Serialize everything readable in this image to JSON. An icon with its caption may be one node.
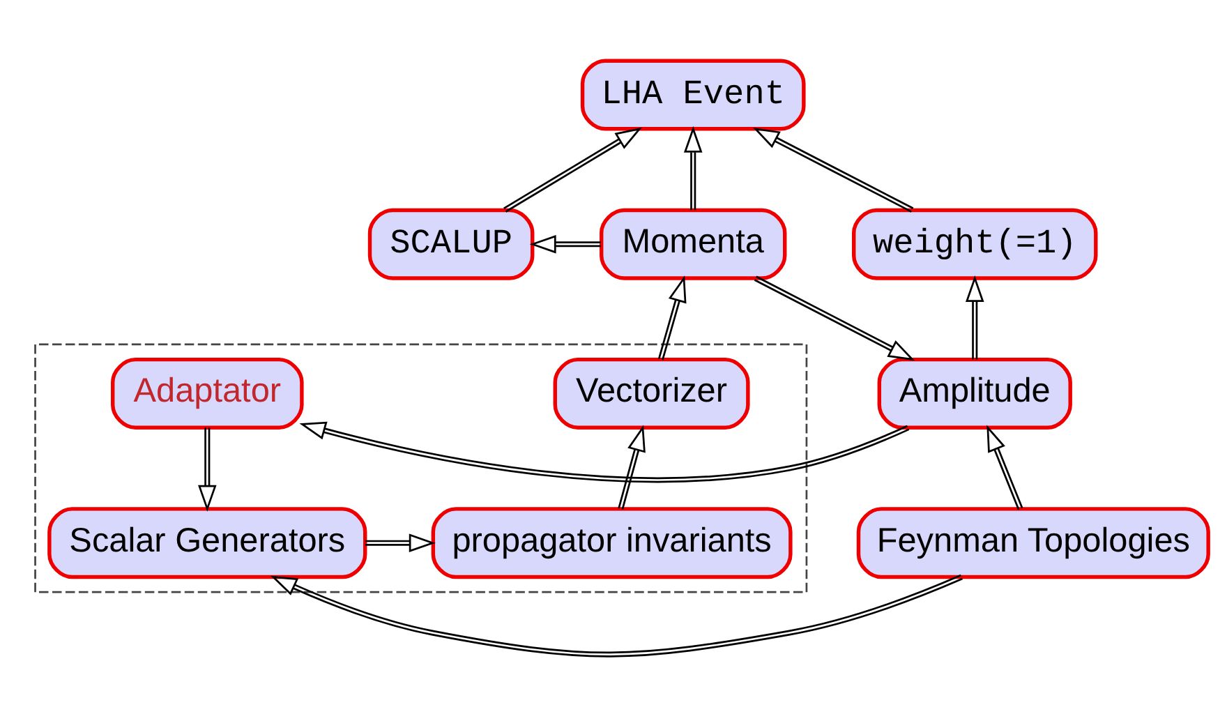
{
  "diagram": {
    "nodes": [
      {
        "text": [
          "LHA Event"
        ]
      },
      {
        "text": [
          "SCALUP"
        ]
      },
      {
        "text": [
          "Momenta"
        ]
      },
      {
        "text": [
          "weight(=1)"
        ]
      },
      {
        "text": [],
        "shape": "box"
      },
      {
        "text": [
          "Vectorizer"
        ],
        "in": 4
      },
      {
        "text": [
          "Adaptator"
        ],
        "in": 4
      },
      {
        "text": [
          "Amplitude"
        ]
      },
      {
        "text": [
          "propagator invariants"
        ],
        "in": 4
      },
      {
        "text": [
          "Scalar Generators"
        ],
        "in": 4
      },
      {
        "text": [
          "Feynman Topologies"
        ]
      }
    ],
    "edges": [
      {
        "from": 1,
        "to": 0,
        "arrow": "to"
      },
      {
        "from": 2,
        "to": 0,
        "arrow": "to"
      },
      {
        "from": 3,
        "to": 0,
        "arrow": "to"
      },
      {
        "from": 2,
        "to": 1,
        "arrow": "to"
      },
      {
        "from": 5,
        "to": 2,
        "arrow": "to"
      },
      {
        "from": 2,
        "to": 7,
        "arrow": "to"
      },
      {
        "from": 7,
        "to": 3,
        "arrow": "to"
      },
      {
        "from": 7,
        "to": 6,
        "arrow": "to"
      },
      {
        "from": 6,
        "to": 9,
        "arrow": "to"
      },
      {
        "from": 8,
        "to": 5,
        "arrow": "to"
      },
      {
        "from": 9,
        "to": 8,
        "arrow": "to"
      },
      {
        "from": 10,
        "to": 9,
        "arrow": "to"
      },
      {
        "from": 10,
        "to": 7,
        "arrow": "to"
      }
    ]
  }
}
